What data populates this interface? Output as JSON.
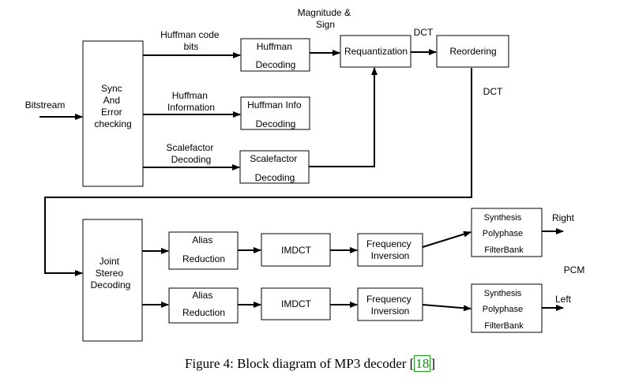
{
  "blocks": {
    "sync": [
      "Sync",
      "And",
      "Error",
      "checking"
    ],
    "huffman_dec": [
      "Huffman",
      "Decoding"
    ],
    "huffman_info": [
      "Huffman Info",
      "Decoding"
    ],
    "scalefactor_dec": [
      "Scalefactor",
      "Decoding"
    ],
    "requant": [
      "Requantization"
    ],
    "reorder": [
      "Reordering"
    ],
    "joint_stereo": [
      "Joint",
      "Stereo",
      "Decoding"
    ],
    "alias1": [
      "Alias",
      "Reduction"
    ],
    "alias2": [
      "Alias",
      "Reduction"
    ],
    "imdct1": [
      "IMDCT"
    ],
    "imdct2": [
      "IMDCT"
    ],
    "freq1": [
      "Frequency",
      "Inversion"
    ],
    "freq2": [
      "Frequency",
      "Inversion"
    ],
    "synth1": [
      "Synthesis",
      "Polyphase",
      "FilterBank"
    ],
    "synth2": [
      "Synthesis",
      "Polyphase",
      "FilterBank"
    ]
  },
  "labels": {
    "bitstream": [
      "Bitstream"
    ],
    "huffman_code_bits": [
      "Huffman code",
      "bits"
    ],
    "huffman_information": [
      "Huffman",
      "Information"
    ],
    "scalefactor_decoding": [
      "Scalefactor",
      "Decoding"
    ],
    "magnitude_sign": [
      "Magnitude &",
      "Sign"
    ],
    "dct_top": [
      "DCT"
    ],
    "dct_right": [
      "DCT"
    ],
    "right": [
      "Right"
    ],
    "pcm": [
      "PCM"
    ],
    "left": [
      "Left"
    ]
  },
  "caption": {
    "text": "Figure 4: Block diagram of MP3 decoder [",
    "cite": "18",
    "close": "]"
  }
}
